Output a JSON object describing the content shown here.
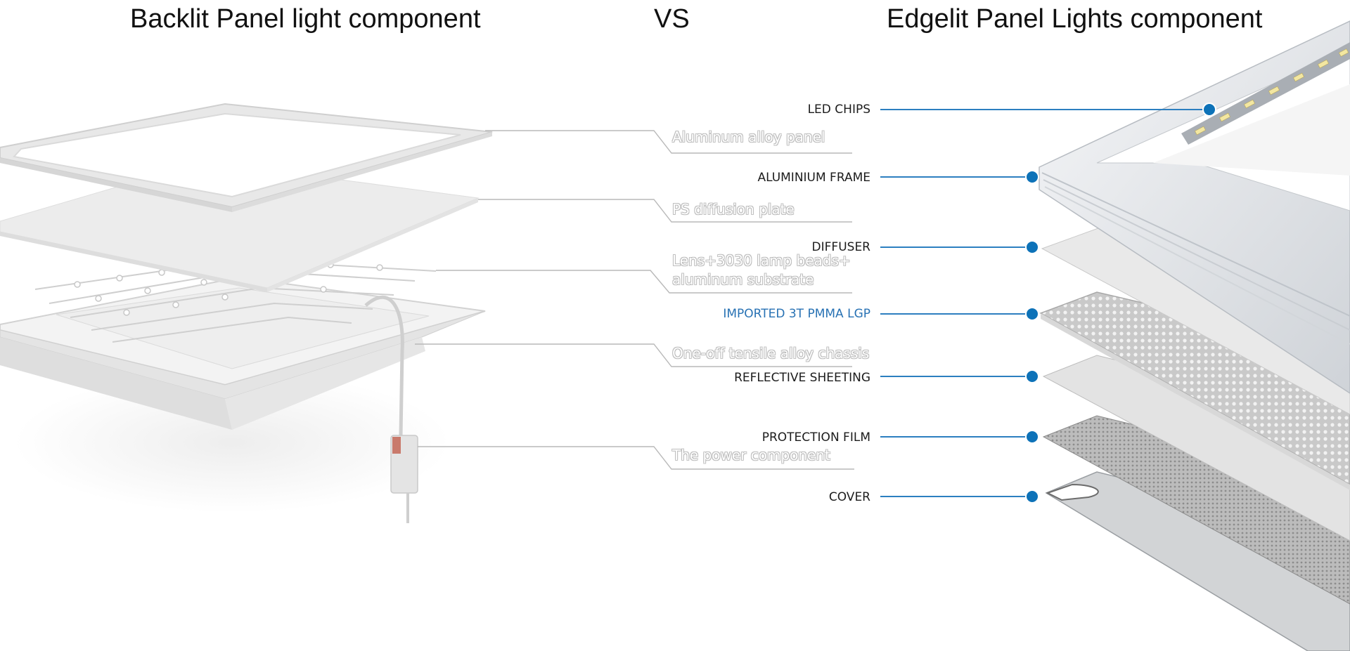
{
  "header": {
    "left_title": "Backlit Panel light component",
    "vs": "VS",
    "right_title": "Edgelit Panel Lights component"
  },
  "backlit": {
    "labels": [
      "Aluminum alloy panel",
      "PS diffusion plate",
      "Lens+3030 lamp beads+",
      "aluminum substrate",
      "One-off tensile alloy chassis",
      "The power component"
    ]
  },
  "edgelit": {
    "labels": [
      "LED CHIPS",
      "ALUMINIUM FRAME",
      "DIFFUSER",
      "IMPORTED 3T PMMA LGP",
      "REFLECTIVE SHEETING",
      "PROTECTION FILM",
      "COVER"
    ]
  },
  "colors": {
    "accent": "#2872b4",
    "leader_gray": "#b9b9b9",
    "dot_blue": "#0d72b8"
  }
}
